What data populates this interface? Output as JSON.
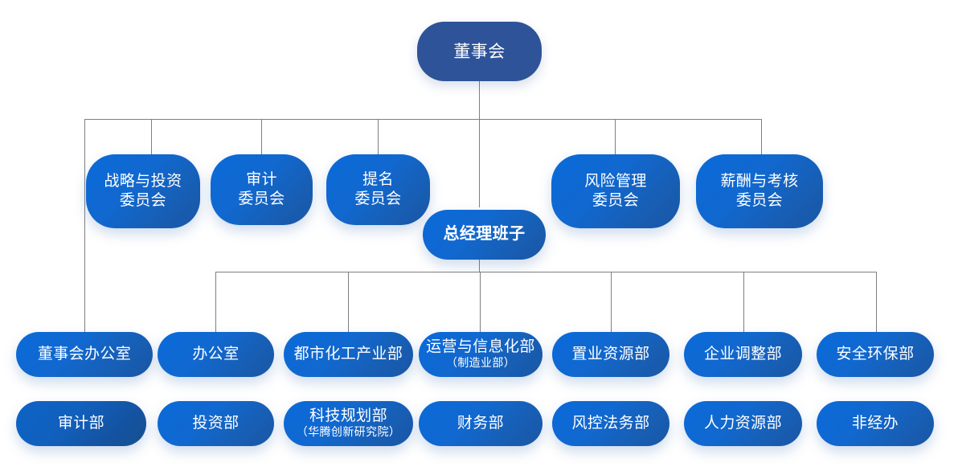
{
  "chart": {
    "type": "org-chart",
    "title": "",
    "root": {
      "label": "董事会"
    },
    "gm": {
      "label": "总经理班子"
    },
    "committees": [
      {
        "label_line1": "战略与投资",
        "label_line2": "委员会"
      },
      {
        "label_line1": "审计",
        "label_line2": "委员会"
      },
      {
        "label_line1": "提名",
        "label_line2": "委员会"
      },
      {
        "label_line1": "风险管理",
        "label_line2": "委员会"
      },
      {
        "label_line1": "薪酬与考核",
        "label_line2": "委员会"
      }
    ],
    "departments_row1": [
      {
        "label": "董事会办公室",
        "sub": ""
      },
      {
        "label": "办公室",
        "sub": ""
      },
      {
        "label": "都市化工产业部",
        "sub": ""
      },
      {
        "label": "运营与信息化部",
        "sub": "（制造业部）"
      },
      {
        "label": "置业资源部",
        "sub": ""
      },
      {
        "label": "企业调整部",
        "sub": ""
      },
      {
        "label": "安全环保部",
        "sub": ""
      }
    ],
    "departments_row2": [
      {
        "label": "审计部",
        "sub": ""
      },
      {
        "label": "投资部",
        "sub": ""
      },
      {
        "label": "科技规划部",
        "sub": "（华腾创新研究院）"
      },
      {
        "label": "财务部",
        "sub": ""
      },
      {
        "label": "风控法务部",
        "sub": ""
      },
      {
        "label": "人力资源部",
        "sub": ""
      },
      {
        "label": "非经办",
        "sub": ""
      }
    ],
    "colors": {
      "root_fill": "#2e5398",
      "node_gradient_start": "#0a6ad9",
      "node_gradient_end": "#1a56a4",
      "connector": "#7f7f7f",
      "text": "#ffffff",
      "background": "#ffffff"
    }
  }
}
